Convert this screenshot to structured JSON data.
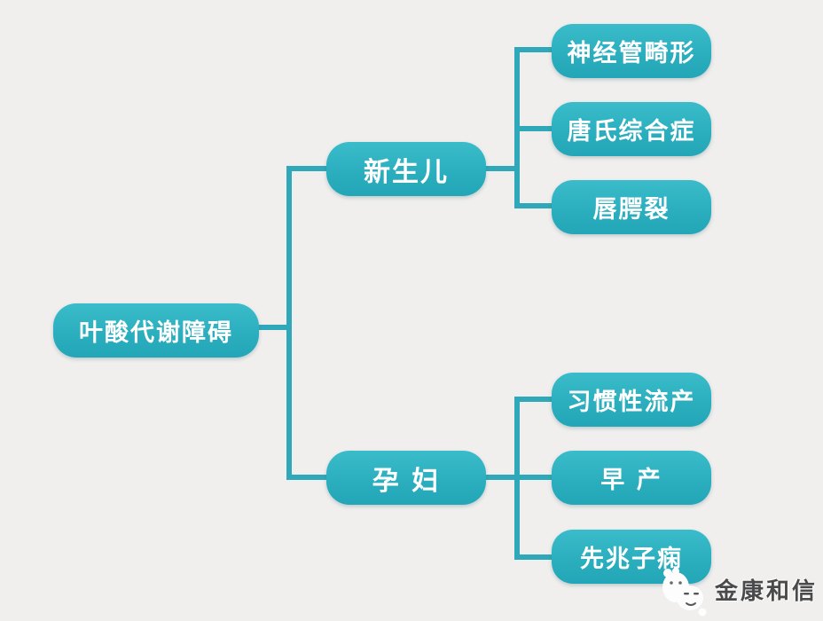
{
  "colors": {
    "background": "#f0efee",
    "node_fill": "#2aadbd",
    "node_fill_light": "#3abcca",
    "connector": "#2fa9ba",
    "node_text": "#ffffff",
    "watermark_text": "#4a4a4a"
  },
  "diagram": {
    "type": "mindmap-tree",
    "root": {
      "label": "叶酸代谢障碍"
    },
    "branches": [
      {
        "label": "新生儿",
        "children": [
          {
            "label": "神经管畸形"
          },
          {
            "label": "唐氏综合症"
          },
          {
            "label": "唇腭裂"
          }
        ]
      },
      {
        "label": "孕 妇",
        "children": [
          {
            "label": "习惯性流产"
          },
          {
            "label": "早 产"
          },
          {
            "label": "先兆子痫"
          }
        ]
      }
    ]
  },
  "watermark": {
    "brand": "金康和信",
    "icon": "mascot-face-icon"
  }
}
